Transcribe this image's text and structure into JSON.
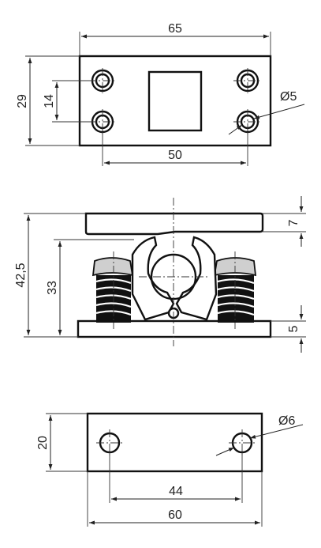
{
  "top_view": {
    "width": "65",
    "height": "29",
    "hole_spacing_v": "14",
    "hole_spacing_h": "50",
    "hole_diameter": "Ø5"
  },
  "side_view": {
    "total_height": "42,5",
    "inner_height": "33",
    "top_plate_thickness": "7",
    "base_thickness": "5"
  },
  "bottom_view": {
    "width": "60",
    "height": "20",
    "hole_spacing": "44",
    "hole_diameter": "Ø6"
  }
}
